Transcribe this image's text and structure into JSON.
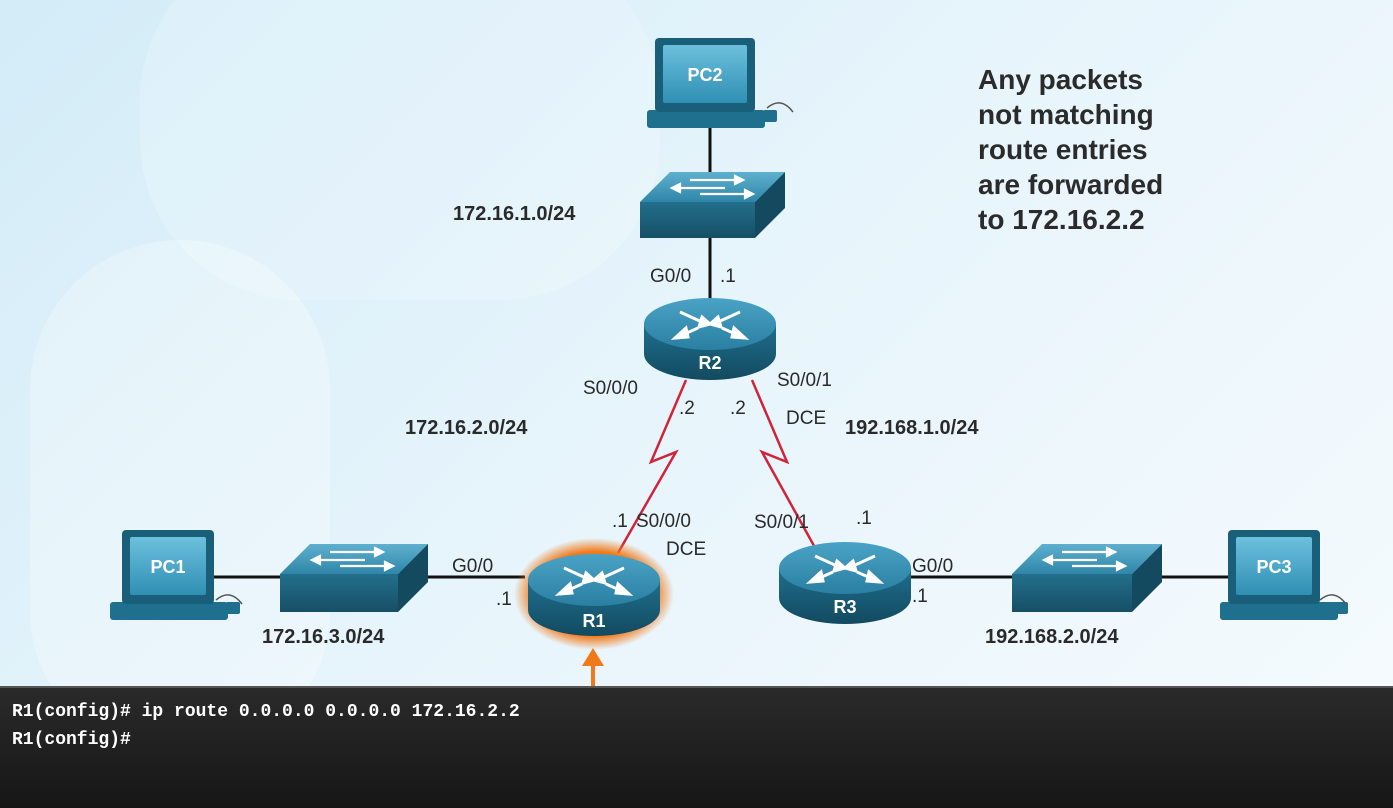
{
  "devices": {
    "pc1": "PC1",
    "pc2": "PC2",
    "pc3": "PC3",
    "r1": "R1",
    "r2": "R2",
    "r3": "R3"
  },
  "networks": {
    "lan_pc2": "172.16.1.0/24",
    "link_r1_r2": "172.16.2.0/24",
    "link_r2_r3": "192.168.1.0/24",
    "lan_pc1": "172.16.3.0/24",
    "lan_pc3": "192.168.2.0/24"
  },
  "interfaces": {
    "r2_g00": "G0/0",
    "r2_g00_host": ".1",
    "r2_s000": "S0/0/0",
    "r2_s000_host": ".2",
    "r2_s001": "S0/0/1",
    "r2_s001_host": ".2",
    "r2_s001_dce": "DCE",
    "r1_s000_host": ".1",
    "r1_s000": "S0/0/0",
    "r1_s000_dce": "DCE",
    "r1_g00": "G0/0",
    "r1_g00_host": ".1",
    "r3_s001": "S0/0/1",
    "r3_s001_host": ".1",
    "r3_g00": "G0/0",
    "r3_g00_host": ".1"
  },
  "note": {
    "lines": [
      "Any packets",
      "not matching",
      "route entries",
      "are forwarded",
      "to 172.16.2.2"
    ]
  },
  "terminal": {
    "line1": "R1(config)# ip route 0.0.0.0 0.0.0.0 172.16.2.2",
    "line2": "R1(config)#"
  },
  "colors": {
    "serial_link": "#d0243a",
    "ethernet_link": "#111111",
    "device_blue": "#1f6f8e",
    "highlight": "#f07a1a"
  }
}
